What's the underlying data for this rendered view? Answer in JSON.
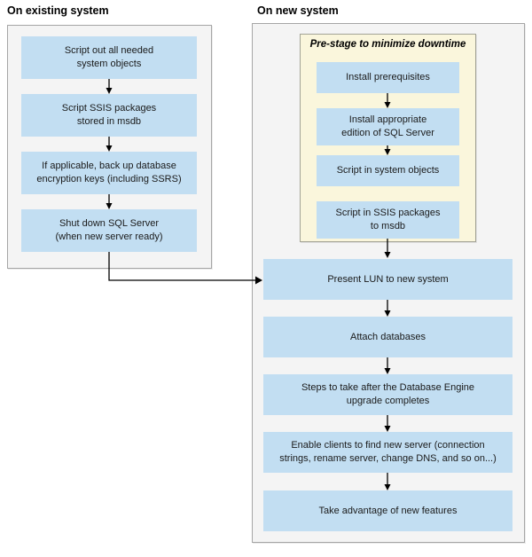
{
  "diagram": {
    "left_panel": {
      "label": "On existing system",
      "boxes": [
        "Script out all needed\nsystem objects",
        "Script SSIS packages\nstored in msdb",
        "If applicable, back up database\nencryption keys (including SSRS)",
        "Shut down SQL Server\n(when new server ready)"
      ]
    },
    "right_panel": {
      "label": "On new system",
      "prestage": {
        "title": "Pre-stage to minimize downtime",
        "boxes": [
          "Install prerequisites",
          "Install appropriate\nedition of SQL Server",
          "Script in system objects",
          "Script in SSIS packages\nto msdb"
        ]
      },
      "boxes": [
        "Present LUN to new system",
        "Attach databases",
        "Steps to take after the Database Engine\nupgrade completes",
        "Enable clients to find new server (connection\nstrings, rename server, change DNS, and so on...)",
        "Take advantage of new features"
      ]
    },
    "colors": {
      "step_box_fill": "#C2DEF2",
      "panel_fill": "#F4F4F4",
      "panel_border": "#A6A6A6",
      "prestage_fill": "#FAF6DC",
      "prestage_border": "#A3A396",
      "arrow": "#000000",
      "text": "#1A1A1A"
    }
  }
}
